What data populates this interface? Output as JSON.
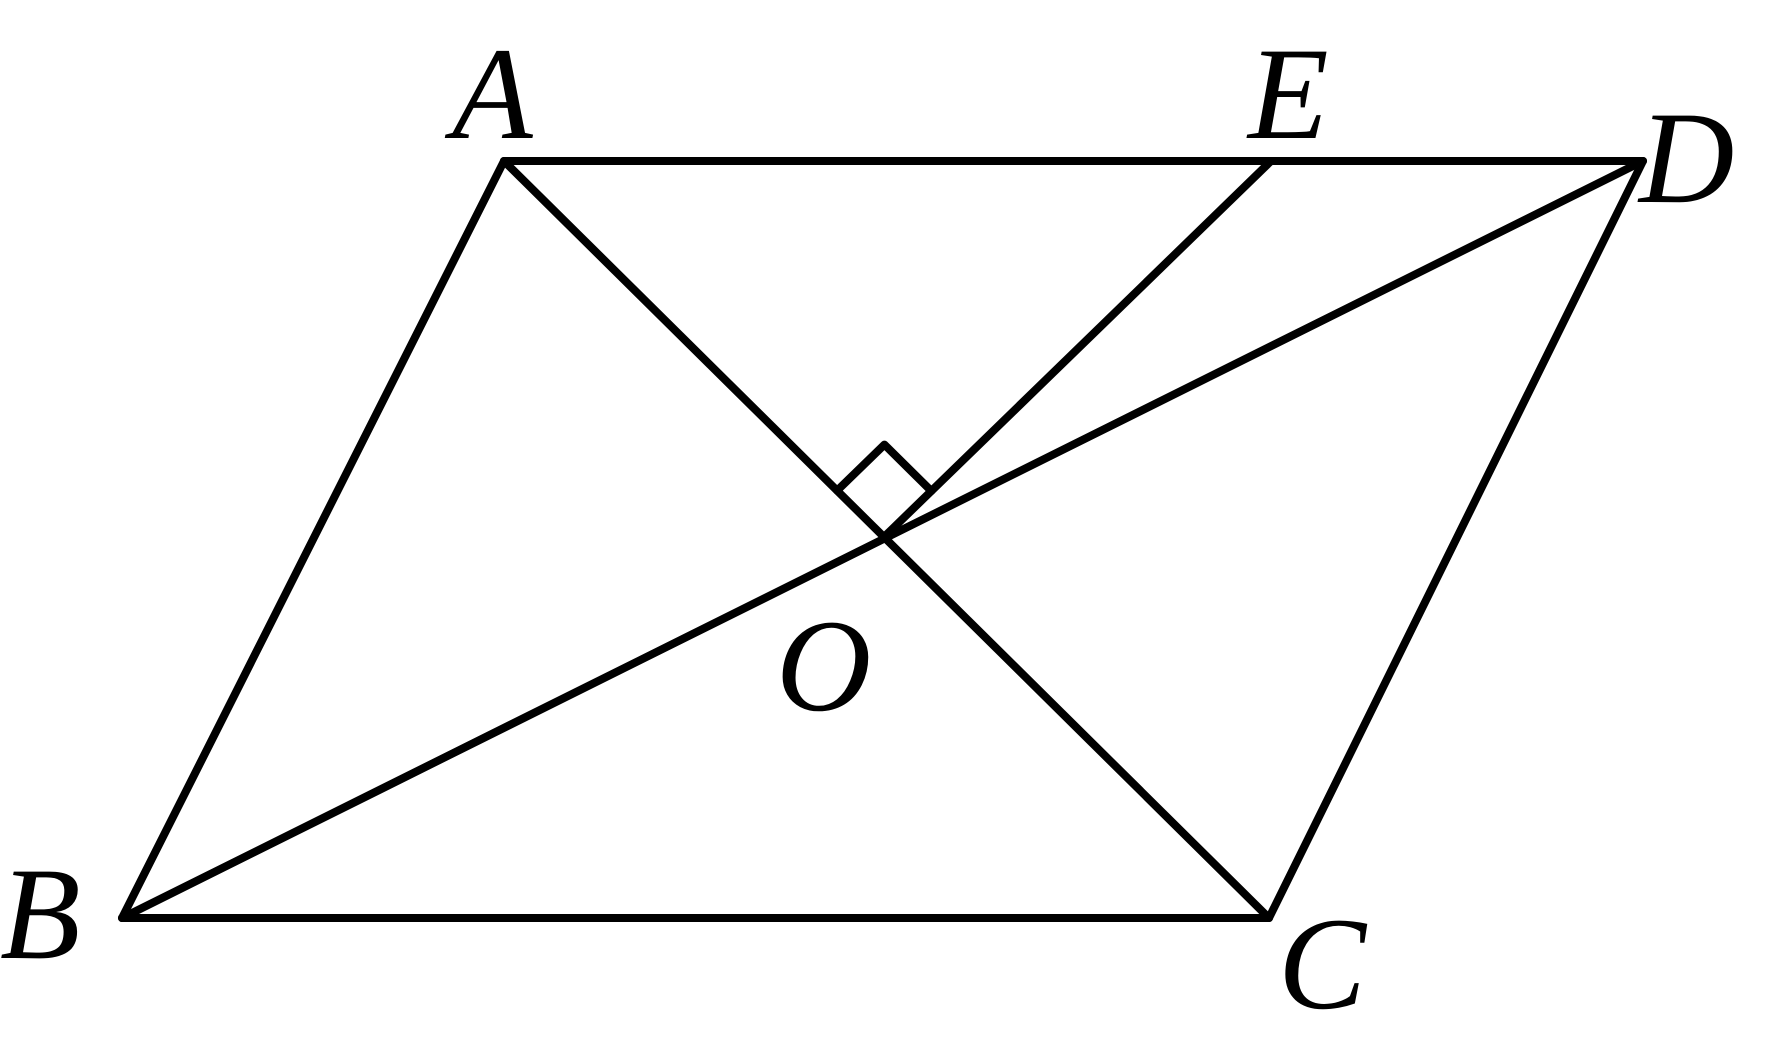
{
  "figure": {
    "background": "#ffffff",
    "stroke_color": "#000000",
    "points": [
      {
        "id": "A",
        "label": "A"
      },
      {
        "id": "E",
        "label": "E"
      },
      {
        "id": "D",
        "label": "D"
      },
      {
        "id": "B",
        "label": "B"
      },
      {
        "id": "C",
        "label": "C"
      },
      {
        "id": "O",
        "label": "O"
      }
    ],
    "segments": [
      {
        "id": "AD",
        "from": "A",
        "to": "D"
      },
      {
        "id": "AB",
        "from": "A",
        "to": "B"
      },
      {
        "id": "BC",
        "from": "B",
        "to": "C"
      },
      {
        "id": "CD",
        "from": "C",
        "to": "D"
      },
      {
        "id": "AC",
        "from": "A",
        "to": "C"
      },
      {
        "id": "BD",
        "from": "B",
        "to": "D"
      },
      {
        "id": "EO",
        "from": "E",
        "to": "O"
      }
    ],
    "right_angle": {
      "vertex": "O",
      "between": [
        "A",
        "E"
      ]
    }
  }
}
